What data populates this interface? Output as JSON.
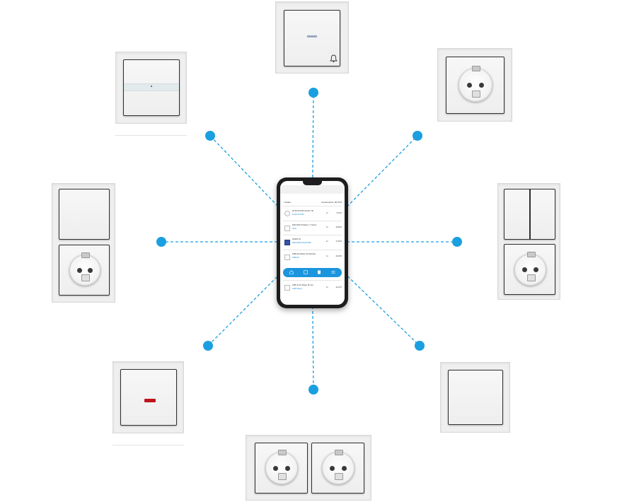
{
  "colors": {
    "accent_blue": "#1a9fe0",
    "led_red": "#c0131b",
    "frame_grey": "#efefef",
    "phone_body": "#1d1d1f"
  },
  "phone": {
    "header_left": "< Artikel",
    "header_right": "Gesamtpreis: 80,30 €",
    "items": [
      {
        "title": "20 EUCKS-BA Steckd. SF",
        "sub": "20 EUCKS-BA",
        "qty": "1x",
        "price": "8,10 €"
      },
      {
        "title": "FEN Wahl Schalter 1 f. Serien",
        "sub": "Serie",
        "qty": "1x",
        "price": "16,80 €"
      },
      {
        "title": "2000/6 UC",
        "sub": "WECHSELSCHALTER",
        "qty": "1x",
        "price": "17,00 €"
      },
      {
        "title": "1986 Abt Wippe SF Wechsel",
        "sub": "1986-0S",
        "qty": "1x",
        "price": "10,00 €"
      },
      {
        "title": "1986 Jb Ab Wippe SF Ital.",
        "sub": "1986 Wippe",
        "qty": "1x",
        "price": "12,10 €"
      }
    ],
    "tab_icons": [
      "home-icon",
      "product-icon",
      "cart-icon",
      "menu-icon"
    ]
  },
  "devices": [
    {
      "id": "switch-bell",
      "icon": "bell-icon"
    },
    {
      "id": "socket-single-top-right"
    },
    {
      "id": "switch-led-top-left"
    },
    {
      "id": "switch-socket-combo-left"
    },
    {
      "id": "double-rocker-socket-combo-right"
    },
    {
      "id": "switch-red-led-bottom-left"
    },
    {
      "id": "switch-plain-bottom-right"
    },
    {
      "id": "double-socket-bottom"
    }
  ]
}
